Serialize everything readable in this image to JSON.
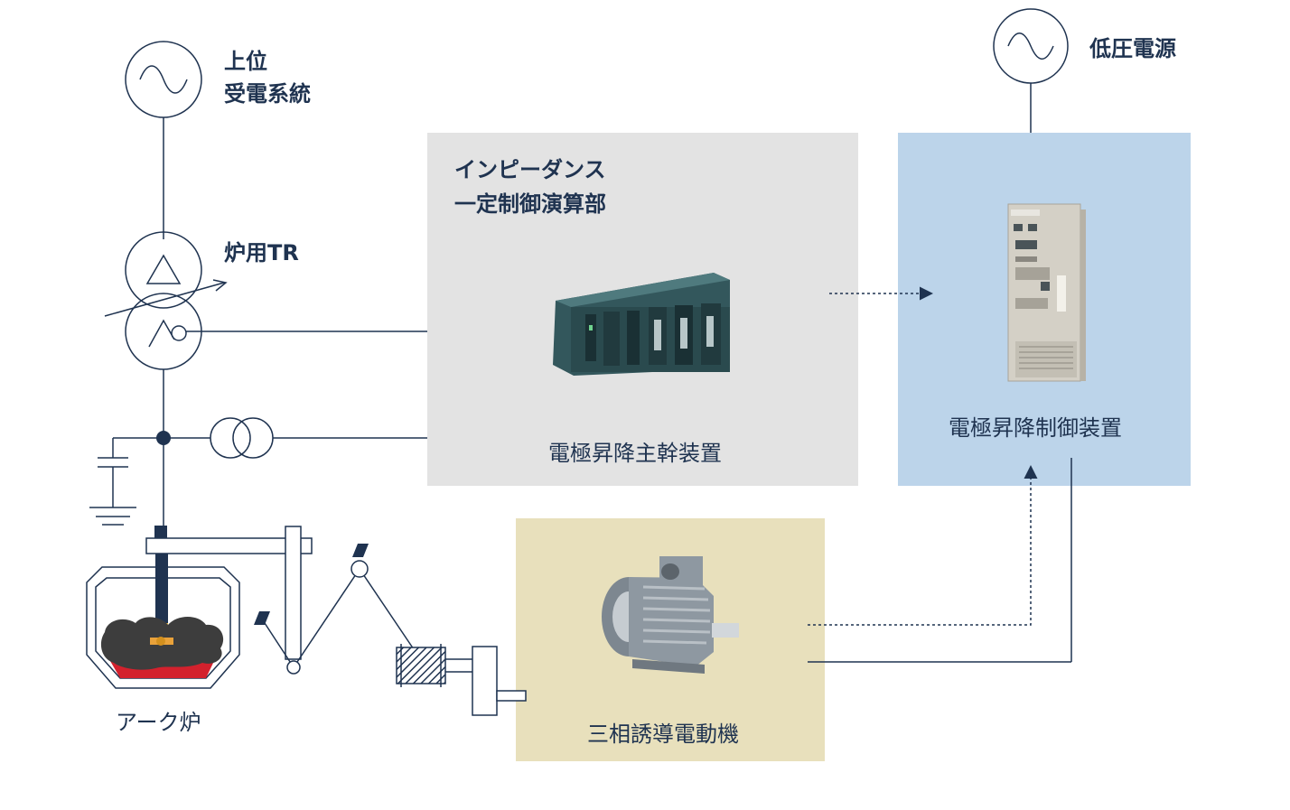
{
  "labels": {
    "upper_grid_1": "上位",
    "upper_grid_2": "受電系統",
    "low_voltage_source": "低圧電源",
    "furnace_tr": "炉用TR",
    "impedance_1": "インピーダンス",
    "impedance_2": "一定制御演算部",
    "master_unit": "電極昇降主幹装置",
    "control_unit": "電極昇降制御装置",
    "motor": "三相誘導電動機",
    "arc_furnace": "アーク炉"
  },
  "colors": {
    "line": "#1f3350",
    "impedance_box": "#e3e3e3",
    "control_box": "#bcd4ea",
    "motor_box": "#e8e0bc",
    "molten_metal": "#d3212d",
    "electrode_tip": "#f1c34a"
  }
}
